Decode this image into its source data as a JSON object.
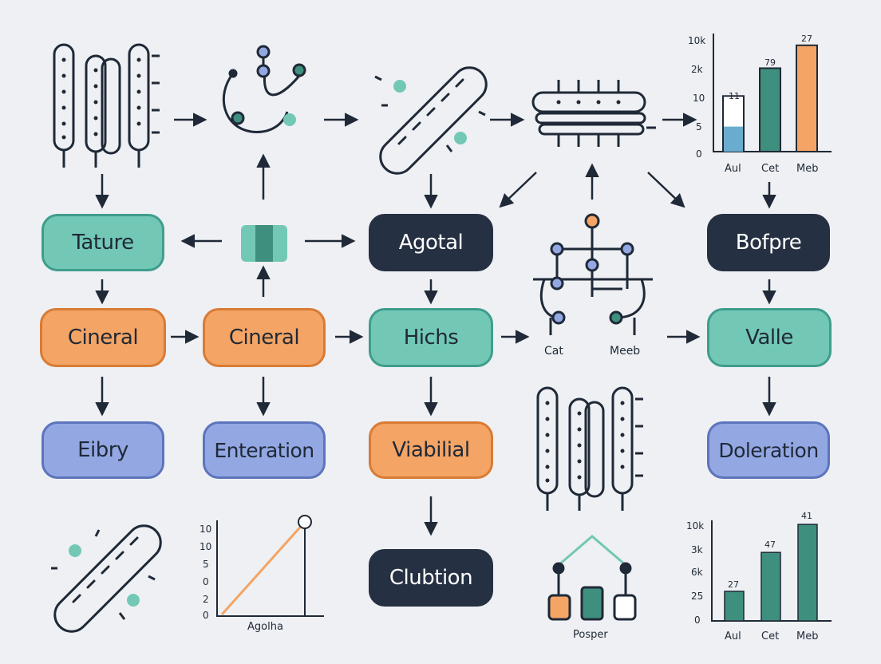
{
  "colors": {
    "teal": "#72c8b5",
    "teal_dark": "#3f8f7f",
    "orange": "#f4a464",
    "blue": "#93a7e3",
    "light_blue": "#6aaccd",
    "dark": "#253042",
    "stroke": "#1f2937",
    "background": "#eef0f3"
  },
  "nodes": {
    "tature": "Tature",
    "agotal": "Agotal",
    "bofpre": "Bofpre",
    "cineral_left": "Cineral",
    "cineral_mid": "Cineral",
    "hichs": "Hichs",
    "valle": "Valle",
    "eibry": "Eibry",
    "enteration": "Enteration",
    "viabilial": "Viabilial",
    "doleration": "Doleration",
    "clubtion": "Clubtion"
  },
  "icons": [
    "rod-cells-icon",
    "molecule-network-icon",
    "bacterium-icon",
    "membrane-layer-icon",
    "split-tile-icon",
    "branching-network-icon",
    "rod-cells-icon",
    "bacterium-icon",
    "house-network-icon"
  ],
  "network_labels": {
    "left": "Cat",
    "right": "Meeb"
  },
  "house_label": "Posper",
  "chart_data": [
    {
      "type": "bar",
      "categories": [
        "Aul",
        "Cet",
        "Meb"
      ],
      "values": [
        3.4,
        5.1,
        6.5
      ],
      "data_labels": [
        "11",
        "79",
        "27"
      ],
      "y_ticks": [
        "10k",
        "2k",
        "10",
        "5",
        "0"
      ],
      "fill_fraction_first": 0.45
    },
    {
      "type": "line",
      "x": [
        0,
        1
      ],
      "y": [
        0,
        10
      ],
      "y_ticks": [
        "10",
        "10",
        "5",
        "0",
        "2",
        "0"
      ],
      "xlabel": "Agolha"
    },
    {
      "type": "bar",
      "categories": [
        "Aul",
        "Cet",
        "Meb"
      ],
      "values": [
        1.9,
        4.4,
        6.2
      ],
      "data_labels": [
        "27",
        "47",
        "41"
      ],
      "y_ticks": [
        "10k",
        "3k",
        "6k",
        "25",
        "0"
      ]
    }
  ]
}
